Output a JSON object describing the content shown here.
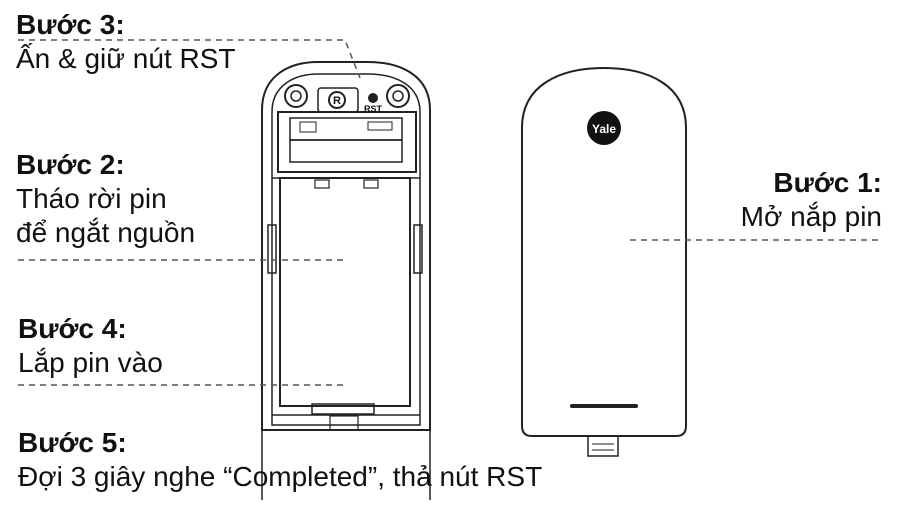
{
  "steps": [
    {
      "title": "Bước 1:",
      "lines": [
        "Mở nắp pin"
      ]
    },
    {
      "title": "Bước 2:",
      "lines": [
        "Tháo rời pin",
        "để ngắt nguồn"
      ]
    },
    {
      "title": "Bước 3:",
      "lines": [
        "Ấn & giữ nút RST"
      ]
    },
    {
      "title": "Bước 4:",
      "lines": [
        "Lắp pin vào"
      ]
    },
    {
      "title": "Bước 5:",
      "lines": [
        "Đợi 3 giây nghe “Completed”, thả nút RST"
      ]
    }
  ],
  "device": {
    "rst_label": "RST",
    "cover_logo": "Yale"
  }
}
